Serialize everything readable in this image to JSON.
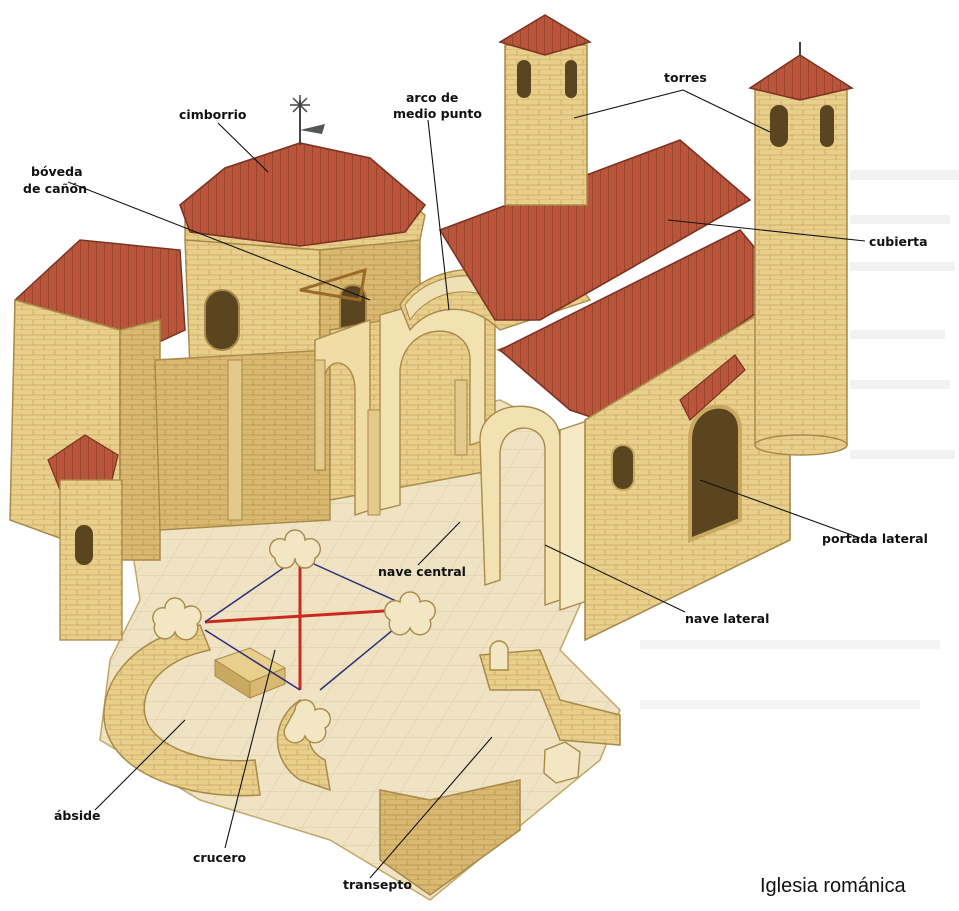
{
  "title": "Iglesia románica",
  "labels": {
    "cimborrio": "cimborrio",
    "arco_1": "arco de",
    "arco_2": "medio punto",
    "torres": "torres",
    "boveda_1": "bóveda",
    "boveda_2": "de cañón",
    "cubierta": "cubierta",
    "portada_lateral": "portada lateral",
    "nave_central": "nave central",
    "nave_lateral": "nave lateral",
    "abside": "ábside",
    "crucero": "crucero",
    "transepto": "transepto"
  },
  "colors": {
    "roof": "#b8553a",
    "roof_dark": "#8f3d28",
    "stone": "#e8cf8c",
    "stone_dark": "#c9a860",
    "floor": "#efe3c4",
    "axis_red": "#cc2a1e",
    "axis_blue": "#2b2f7a"
  }
}
